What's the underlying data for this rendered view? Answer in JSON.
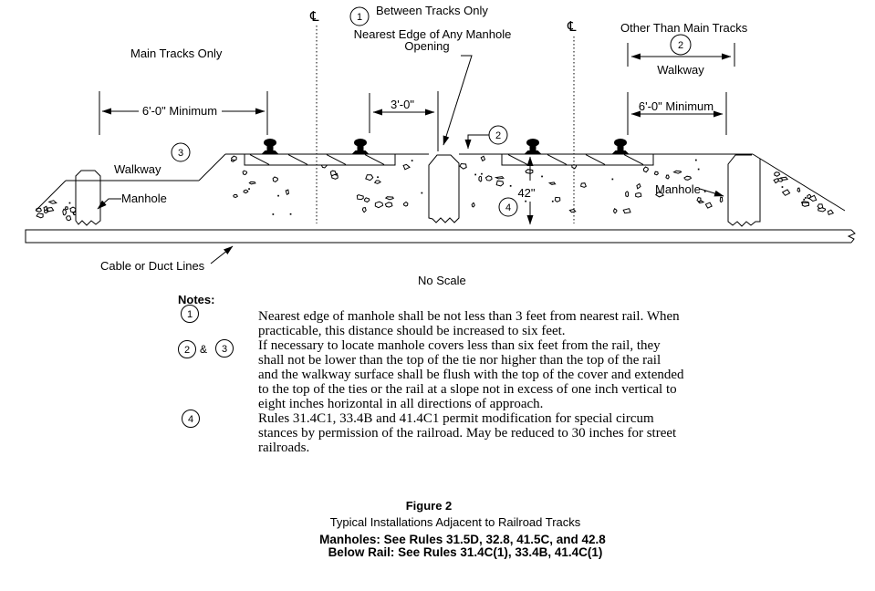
{
  "diagram": {
    "labels": {
      "between_tracks_only": "Between Tracks Only",
      "main_tracks_only": "Main Tracks Only",
      "nearest_edge_line1": "Nearest Edge of Any Manhole",
      "nearest_edge_line2": "Opening",
      "other_than_main_tracks": "Other Than Main Tracks",
      "walkway_right": "Walkway",
      "walkway_left": "Walkway",
      "manhole_left": "Manhole",
      "manhole_right": "Manhole",
      "cable_or_duct_lines": "Cable or Duct Lines",
      "no_scale": "No Scale",
      "centerline_symbol": "℄"
    },
    "dimensions": {
      "main_tracks_min": "6'-0\" Minimum",
      "manhole_offset": "3'-0\"",
      "other_tracks_min": "6'-0\" Minimum",
      "depth_below_rail": "42\""
    },
    "callouts": {
      "one": "1",
      "two": "2",
      "three": "3",
      "four": "4"
    }
  },
  "notes": {
    "heading": "Notes:",
    "refs": {
      "r1": "1",
      "r2": "2",
      "joiner": "&",
      "r3": "3",
      "r4": "4"
    },
    "lines": [
      "Nearest edge of manhole shall be not less than 3 feet from nearest rail. When",
      "practicable, this distance should be increased to six feet.",
      "If necessary to locate manhole covers less than six feet from the rail, they",
      "shall not be lower than the top of the tie nor higher than the top of the rail",
      "and the walkway surface shall be flush with the top of the cover and extended",
      "to the top of the ties or the rail at a slope not in excess of one inch vertical to",
      "eight inches horizontal in all directions of approach.",
      "Rules 31.4C1, 33.4B and 41.4C1 permit modification for special circum",
      "stances by permission of the railroad. May be reduced to 30 inches for street",
      "railroads."
    ]
  },
  "footer": {
    "figure_label": "Figure 2",
    "figure_title": "Typical Installations Adjacent to Railroad Tracks",
    "rule_line1": "Manholes: See Rules 31.5D, 32.8, 41.5C, and 42.8",
    "rule_line2": "Below Rail: See Rules 31.4C(1), 33.4B, 41.4C(1)"
  }
}
